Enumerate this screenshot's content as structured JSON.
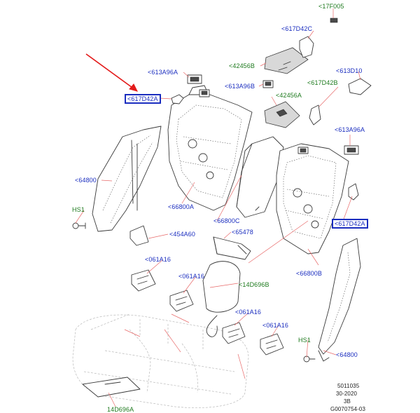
{
  "diagram": {
    "labels": {
      "l_17F005": "<17F005",
      "l_617D42C": "<617D42C",
      "l_42456B": "<42456B",
      "l_613D10": "<613D10",
      "l_613A96A_top": "<613A96A",
      "l_617D42A_left": "<617D42A",
      "l_613A96B": "<613A96B",
      "l_617D42B": "<617D42B",
      "l_42456A": "<42456A",
      "l_613A96A_right": "<613A96A",
      "l_64800_left": "<64800",
      "l_HS1_left": "HS1",
      "l_66800A": "<66800A",
      "l_454A60": "<454A60",
      "l_66800C": "<66800C",
      "l_65478": "<65478",
      "l_617D42A_right": "<617D42A",
      "l_061A16_a": "<061A16",
      "l_061A16_b": "<061A16",
      "l_061A16_c": "<061A16",
      "l_061A16_d": "<061A16",
      "l_14D696B": "<14D696B",
      "l_66800B": "<66800B",
      "l_HS1_right": "HS1",
      "l_64800_right": "<64800",
      "l_14D696A": "14D696A"
    },
    "footer": {
      "line1": "5011035",
      "line2": "30-2020",
      "line3": "3B",
      "line4": "G0070754-03"
    },
    "colors": {
      "blue_label": "#1a2dbf",
      "green_label": "#1e7a1e",
      "leader_line": "#e86a6a",
      "pointer_arrow": "#e31b1b"
    }
  }
}
